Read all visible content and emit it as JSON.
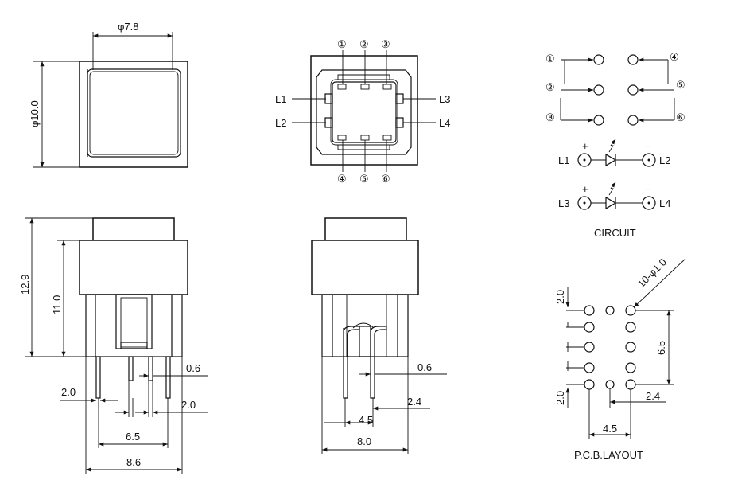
{
  "top_view": {
    "width_dim": "φ7.8",
    "height_dim": "φ10.0"
  },
  "bottom_view": {
    "pin_numbers_top": [
      "①",
      "②",
      "③"
    ],
    "pin_numbers_bottom": [
      "④",
      "⑤",
      "⑥"
    ],
    "led_labels_left": [
      "L1",
      "L2"
    ],
    "led_labels_right": [
      "L3",
      "L4"
    ]
  },
  "side_view_left": {
    "overall_height": "12.9",
    "body_height": "11.0",
    "pin_width": "0.6",
    "left_offset": "2.0",
    "right_offset": "2.0",
    "pin_span": "6.5",
    "body_width": "8.6"
  },
  "side_view_right": {
    "pin_width": "0.6",
    "pin_pitch": "2.4",
    "pin_span": "4.5",
    "body_width": "8.0"
  },
  "circuit": {
    "pin_numbers_left": [
      "①",
      "②",
      "③"
    ],
    "pin_numbers_right": [
      "④",
      "⑤",
      "⑥"
    ],
    "led1": {
      "plus": "+",
      "minus": "−",
      "left": "L1",
      "right": "L2"
    },
    "led2": {
      "plus": "+",
      "minus": "−",
      "left": "L3",
      "right": "L4"
    },
    "title": "CIRCUIT"
  },
  "pcb_layout": {
    "hole_note": "10-φ1.0",
    "top_dim": "2.0",
    "bottom_dim": "2.0",
    "height_dim": "6.5",
    "pitch_dim": "2.4",
    "width_dim": "4.5",
    "title": "P.C.B.LAYOUT"
  }
}
